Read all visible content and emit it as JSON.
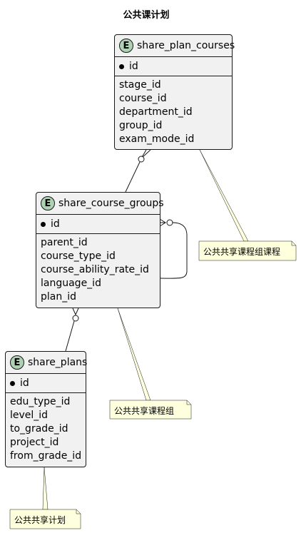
{
  "title": "公共课计划",
  "entities": {
    "share_plan_courses": {
      "name": "share_plan_courses",
      "badge": "E",
      "pk": "id",
      "fields": [
        "stage_id",
        "course_id",
        "department_id",
        "group_id",
        "exam_mode_id"
      ]
    },
    "share_course_groups": {
      "name": "share_course_groups",
      "badge": "E",
      "pk": "id",
      "fields": [
        "parent_id",
        "course_type_id",
        "course_ability_rate_id",
        "language_id",
        "plan_id"
      ]
    },
    "share_plans": {
      "name": "share_plans",
      "badge": "E",
      "pk": "id",
      "fields": [
        "edu_type_id",
        "level_id",
        "to_grade_id",
        "project_id",
        "from_grade_id"
      ]
    }
  },
  "notes": {
    "share_plan_courses": "公共共享课程组课程",
    "share_course_groups": "公共共享课程组",
    "share_plans": "公共共享计划"
  },
  "colors": {
    "entity_fill": "#f1f1f1",
    "entity_border": "#181818",
    "badge": "#ADD1B2",
    "note_fill": "#FEFFDD",
    "note_border": "#181818"
  }
}
